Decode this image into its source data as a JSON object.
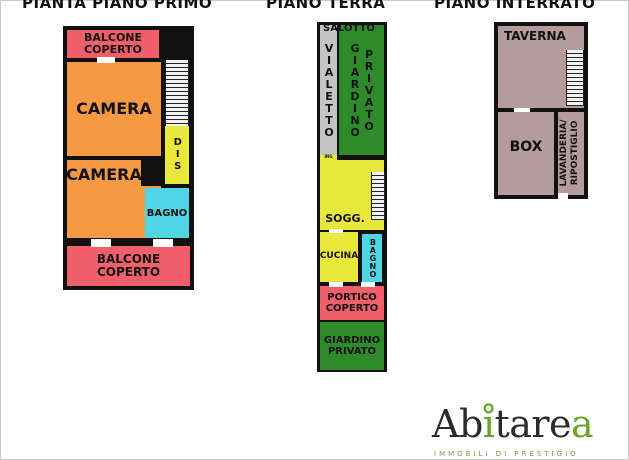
{
  "titles": {
    "first_floor": "PIANTA PIANO PRIMO",
    "ground_floor": "PIANO TERRA",
    "basement": "PIANO INTERRATO"
  },
  "first_floor": {
    "balcone_top_line1": "BALCONE",
    "balcone_top_line2": "COPERTO",
    "camera_1": "CAMERA",
    "camera_2": "CAMERA",
    "dis": "DIS",
    "bagno": "BAGNO",
    "balcone_bottom_line1": "BALCONE",
    "balcone_bottom_line2": "COPERTO"
  },
  "ground_floor": {
    "vialetto": "VIALETTO",
    "giardino_privato_v1": "GIARDINO",
    "giardino_privato_v2": "PRIVATO",
    "ing": "ING",
    "salotto": "SALOTTO",
    "sogg": "SOGG.",
    "cucina": "CUCINA",
    "bagno": "BAGNO",
    "portico_line1": "PORTICO",
    "portico_line2": "COPERTO",
    "giardino_line1": "GIARDINO",
    "giardino_line2": "PRIVATO"
  },
  "basement": {
    "taverna": "TAVERNA",
    "box": "BOX",
    "lavanderia": "LAVANDERIA/",
    "ripostiglio": "RIPOSTIGLIO"
  },
  "logo": {
    "part1": "Ab",
    "part2": "tare",
    "part3": "a",
    "tagline": "IMMOBILI DI PRESTIGIO"
  },
  "colors": {
    "balcony": "#f0606a",
    "camera": "#f59a42",
    "corridor": "#e8e83a",
    "bath": "#4fd6e6",
    "garden": "#2f8a2a",
    "walkway": "#c4c4c4",
    "basement": "#b49c9c",
    "walls": "#111111"
  }
}
